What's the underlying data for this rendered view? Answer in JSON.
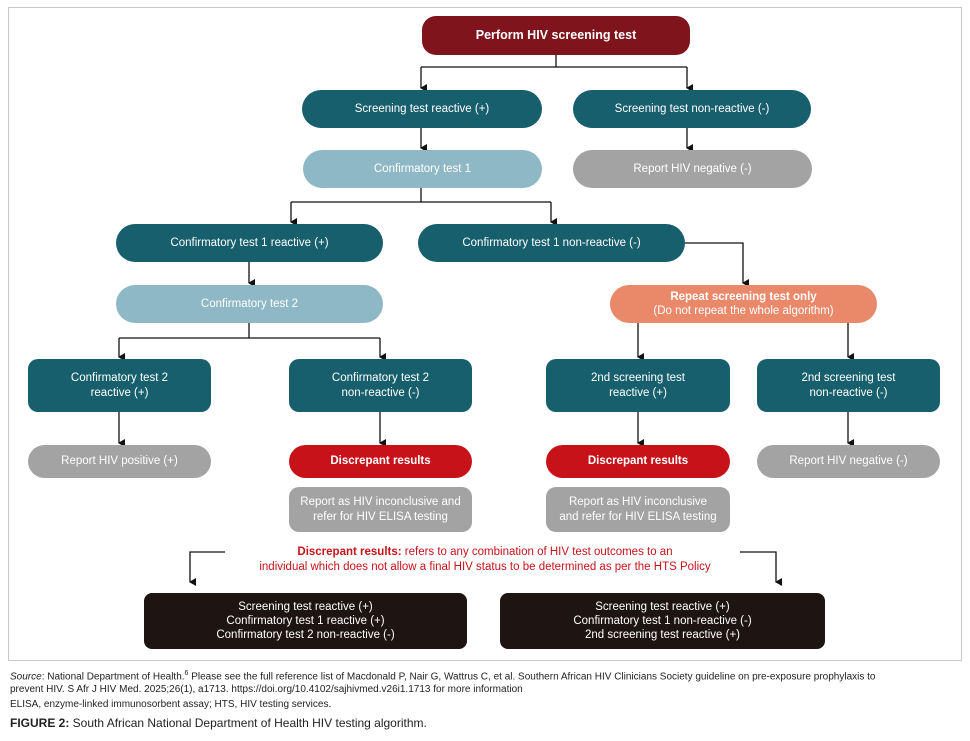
{
  "nodes": {
    "perform": "Perform HIV screening test",
    "screen_reactive": "Screening test reactive (+)",
    "screen_nonreactive": "Screening test non-reactive (-)",
    "confirm1": "Confirmatory test 1",
    "report_neg_1": "Report HIV negative (-)",
    "confirm1_reactive": "Confirmatory test 1 reactive (+)",
    "confirm1_nonreactive": "Confirmatory test 1 non-reactive (-)",
    "confirm2": "Confirmatory test 2",
    "repeat_line1": "Repeat screening test only",
    "repeat_line2": "(Do not repeat the whole algorithm)",
    "confirm2_reactive_l1": "Confirmatory test 2",
    "confirm2_reactive_l2": "reactive (+)",
    "confirm2_nonreactive_l1": "Confirmatory test 2",
    "confirm2_nonreactive_l2": "non-reactive (-)",
    "second_reactive_l1": "2nd screening test",
    "second_reactive_l2": "reactive (+)",
    "second_nonreactive_l1": "2nd screening test",
    "second_nonreactive_l2": "non-reactive (-)",
    "report_pos": "Report HIV positive (+)",
    "discrepant_left": "Discrepant results",
    "discrepant_right": "Discrepant results",
    "report_neg_2": "Report HIV negative (-)",
    "inconclusive_left_l1": "Report as HIV inconclusive and",
    "inconclusive_left_l2": "refer for HIV ELISA testing",
    "inconclusive_right_l1": "Report as HIV inconclusive",
    "inconclusive_right_l2": "and refer for HIV ELISA testing"
  },
  "note": {
    "term": "Discrepant results:",
    "line1": " refers to any combination of HIV test outcomes to an",
    "line2": "individual which does not allow a final HIV status to be determined as per the HTS Policy"
  },
  "combos": {
    "left": [
      "Screening test reactive (+)",
      "Confirmatory test 1 reactive (+)",
      "Confirmatory test 2 non-reactive (-)"
    ],
    "right": [
      "Screening test reactive (+)",
      "Confirmatory test 1 non-reactive (-)",
      "2nd screening test reactive (+)"
    ]
  },
  "footer": {
    "source_label": "Source",
    "source_text": ": National Department of Health.",
    "source_ref": "6",
    "source_rest": " Please see the full reference list of Macdonald P, Nair G, Wattrus C, et al. Southern African HIV Clinicians Society guideline on pre-exposure prophylaxis to",
    "source_line2": "prevent HIV. S Afr J HIV Med. 2025;26(1), a1713. https://doi.org/10.4102/sajhivmed.v26i1.1713 for more information",
    "abbrev": "ELISA, enzyme-linked immunosorbent assay; HTS, HIV testing services.",
    "caption_label": "FIGURE 2:",
    "caption_text": " South African National Department of Health HIV testing algorithm."
  },
  "colors": {
    "maroon": "#7f141c",
    "teal": "#175f6d",
    "light_teal": "#8fb8c6",
    "grey": "#a3a3a3",
    "red": "#c8121a",
    "orange": "#e9896a",
    "black": "#1e1512"
  }
}
